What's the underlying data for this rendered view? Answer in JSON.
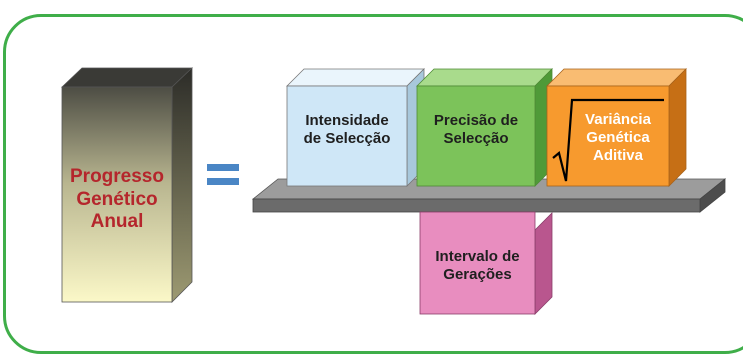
{
  "diagram": {
    "result": "Progresso\nGenético\nAnual",
    "operator": "=",
    "numerator": [
      {
        "label": "Intensidade\nde Selecção",
        "color": "#cfe7f7"
      },
      {
        "label": "Precisão de\nSelecção",
        "color": "#7cc35a"
      },
      {
        "label": "Variância\nGenética\nAditiva",
        "color": "#f79a2e"
      }
    ],
    "denominator": {
      "label": "Intervalo de\nGerações",
      "color": "#e88dbf"
    },
    "colors": {
      "frame": "#3fae49",
      "result_text": "#b5262c",
      "equals": "#4a86c5",
      "shelf": "#6b6b6b"
    }
  }
}
